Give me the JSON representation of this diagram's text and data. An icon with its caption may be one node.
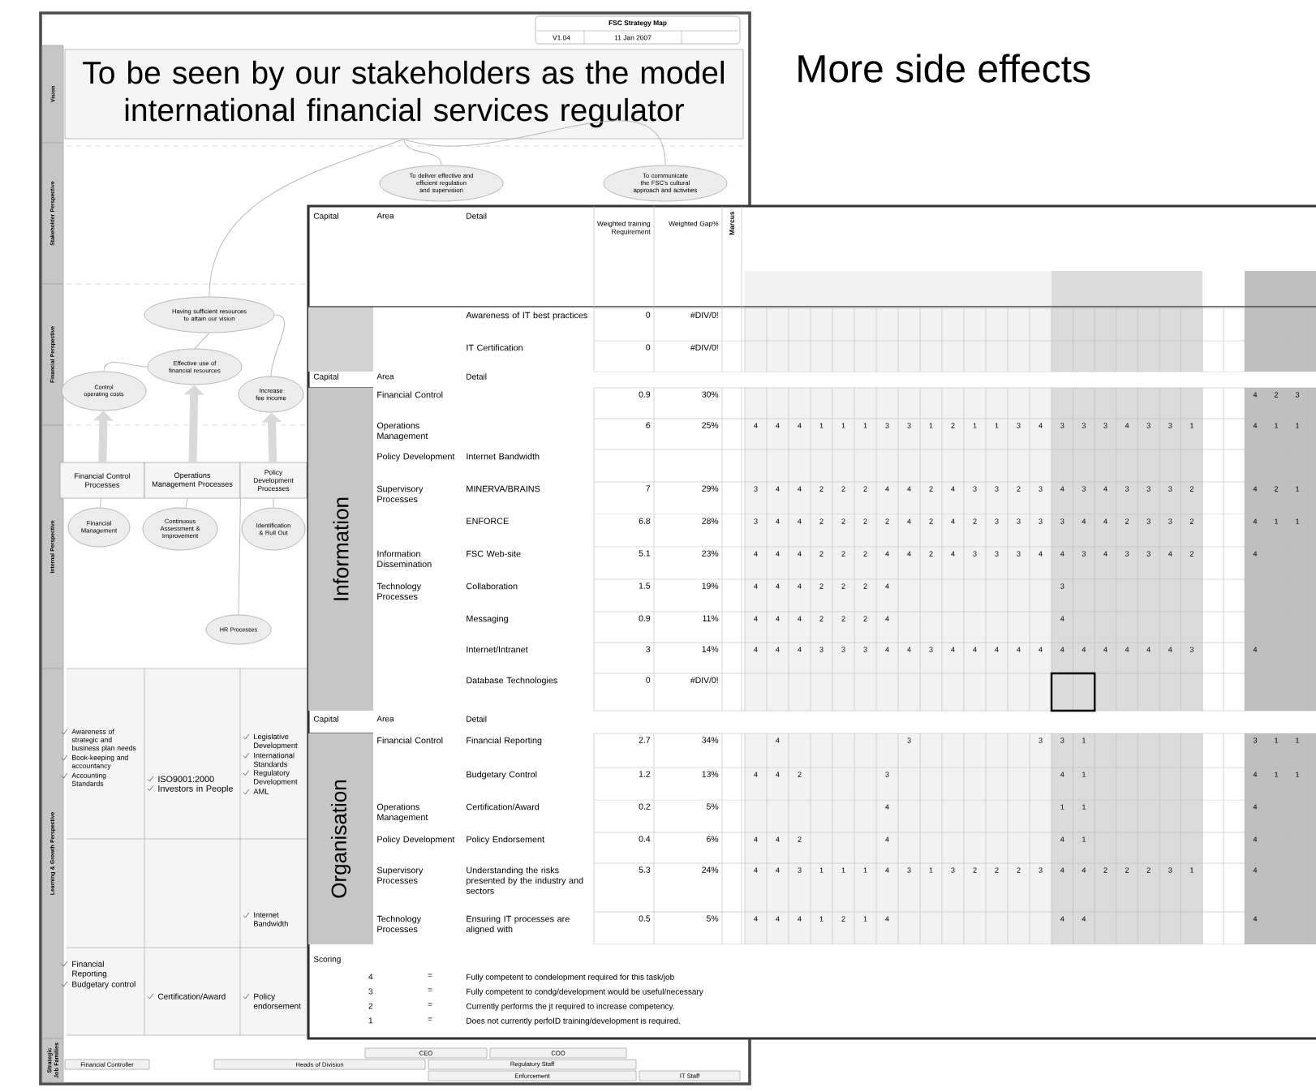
{
  "diagram": {
    "title": "More side effects",
    "nodes": [
      {
        "text": [
          "FSC Strategy Map",
          "V1.04",
          "11 Jan 2007"
        ]
      },
      {
        "text": [
          "Vision"
        ]
      },
      {
        "text": [
          "Stakeholder Perspective"
        ]
      },
      {
        "text": [
          "Financial Perspective"
        ]
      },
      {
        "text": [
          "Internal Perspective"
        ]
      },
      {
        "text": [
          "Learning & Growth Perspective"
        ]
      },
      {
        "text": [
          "Strategic Job Families"
        ]
      },
      {
        "text": [
          "To be seen by our stakeholders as the model international financial services regulator"
        ]
      },
      {
        "text": [
          "To deliver effective and efficient regulation and supervision"
        ]
      },
      {
        "text": [
          "To communicate the FSC's cultural approach and activities"
        ]
      },
      {
        "text": [
          "Having sufficient resources to attain our vision"
        ]
      },
      {
        "text": [
          "Effective use of financial resources"
        ]
      },
      {
        "text": [
          "Control operating costs"
        ]
      },
      {
        "text": [
          "Increase fee income"
        ]
      },
      {
        "text": [
          "Financial Control Processes"
        ]
      },
      {
        "text": [
          "Operations Management Processes"
        ]
      },
      {
        "text": [
          "Policy Development Processes"
        ]
      },
      {
        "text": [
          "Financial Management"
        ]
      },
      {
        "text": [
          "Continuous Assessment & Improvement"
        ]
      },
      {
        "text": [
          "Identification & Roll Out"
        ]
      },
      {
        "text": [
          "HR Processes"
        ]
      },
      {
        "text": [
          "CEO"
        ]
      },
      {
        "text": [
          "COO"
        ]
      },
      {
        "text": [
          "Financial Controller"
        ]
      },
      {
        "text": [
          "Heads of Division"
        ]
      },
      {
        "text": [
          "Regulatory Staff"
        ]
      },
      {
        "text": [
          "Enforcement"
        ]
      },
      {
        "text": [
          "IT Staff"
        ]
      }
    ],
    "edges": [
      {
        "from": 7,
        "to": 8,
        "arrow": "none"
      },
      {
        "from": 7,
        "to": 9,
        "arrow": "none"
      },
      {
        "from": 7,
        "to": 10,
        "arrow": "none"
      },
      {
        "from": 10,
        "to": 11,
        "arrow": "none"
      },
      {
        "from": 11,
        "to": 12,
        "arrow": "none"
      },
      {
        "from": 10,
        "to": 13,
        "arrow": "none"
      },
      {
        "from": 14,
        "to": 12,
        "arrow": "to",
        "style": "thick"
      },
      {
        "from": 15,
        "to": 11,
        "arrow": "to",
        "style": "thick"
      },
      {
        "from": 16,
        "to": 13,
        "arrow": "to",
        "style": "thick"
      },
      {
        "from": 14,
        "to": 17,
        "arrow": "none"
      },
      {
        "from": 15,
        "to": 18,
        "arrow": "none"
      },
      {
        "from": 15,
        "to": 20,
        "arrow": "none"
      },
      {
        "from": 16,
        "to": 19,
        "arrow": "none"
      }
    ],
    "labels": [
      "Awareness of strategic and business plan needs",
      "Book-keeping and accountancy",
      "Accounting Standards",
      "ISO9001:2000",
      "Investors in People",
      "Legislative Development",
      "International Standards",
      "Regulatory Development",
      "AML",
      "Internet Bandwidth",
      "Financial Reporting",
      "Budgetary control",
      "Certification/Award",
      "Policy endorsement",
      "Capital",
      "Area",
      "Detail",
      "Weighted training Requirement",
      "Weighted Gap%",
      "Marcus",
      "Awareness of IT best practices",
      "0",
      "#DIV/0!",
      "IT Certification",
      "0",
      "#DIV/0!",
      "Capital",
      "Area",
      "Detail",
      "Information",
      "Financial Control",
      "0.9",
      "30%",
      "4",
      "2",
      "3",
      "Operations Management",
      "6",
      "25%",
      "4",
      "4",
      "4",
      "1",
      "1",
      "1",
      "3",
      "3",
      "1",
      "2",
      "1",
      "1",
      "3",
      "4",
      "3",
      "3",
      "3",
      "4",
      "3",
      "3",
      "1",
      "4",
      "1",
      "1",
      "Policy Development",
      "Internet Bandwidth",
      "Supervisory Processes",
      "MINERVA/BRAINS",
      "7",
      "29%",
      "3",
      "4",
      "4",
      "2",
      "2",
      "2",
      "4",
      "4",
      "2",
      "4",
      "3",
      "3",
      "2",
      "3",
      "4",
      "3",
      "4",
      "3",
      "3",
      "3",
      "2",
      "4",
      "2",
      "1",
      "ENFORCE",
      "6.8",
      "28%",
      "3",
      "4",
      "4",
      "2",
      "2",
      "2",
      "2",
      "4",
      "2",
      "4",
      "2",
      "3",
      "3",
      "3",
      "3",
      "4",
      "4",
      "2",
      "3",
      "3",
      "2",
      "4",
      "1",
      "1",
      "Information Dissemination",
      "FSC Web-site",
      "5.1",
      "23%",
      "4",
      "4",
      "4",
      "2",
      "2",
      "2",
      "4",
      "4",
      "2",
      "4",
      "3",
      "3",
      "3",
      "4",
      "4",
      "3",
      "4",
      "3",
      "3",
      "4",
      "2",
      "4",
      "Technology Processes",
      "Collaboration",
      "1.5",
      "19%",
      "4",
      "4",
      "4",
      "2",
      "2",
      "2",
      "4",
      "3",
      "Messaging",
      "0.9",
      "11%",
      "4",
      "4",
      "4",
      "2",
      "2",
      "2",
      "4",
      "4",
      "Internet/Intranet",
      "3",
      "14%",
      "4",
      "4",
      "4",
      "3",
      "3",
      "3",
      "4",
      "4",
      "3",
      "4",
      "4",
      "4",
      "4",
      "4",
      "4",
      "4",
      "4",
      "4",
      "4",
      "4",
      "3",
      "4",
      "Database Technologies",
      "0",
      "#DIV/0!",
      "Capital",
      "Area",
      "Detail",
      "Organisation",
      "Financial Control",
      "Financial Reporting",
      "2.7",
      "34%",
      "4",
      "3",
      "3",
      "3",
      "1",
      "3",
      "1",
      "1",
      "Budgetary Control",
      "1.2",
      "13%",
      "4",
      "4",
      "2",
      "3",
      "4",
      "1",
      "4",
      "1",
      "1",
      "Operations Management",
      "Certification/Award",
      "0.2",
      "5%",
      "4",
      "1",
      "1",
      "4",
      "Policy Development",
      "Policy Endorsement",
      "0.4",
      "6%",
      "4",
      "4",
      "2",
      "4",
      "4",
      "1",
      "4",
      "Supervisory Processes",
      "Understanding the risks presented by the industry and sectors",
      "5.3",
      "24%",
      "4",
      "4",
      "3",
      "1",
      "1",
      "1",
      "4",
      "3",
      "1",
      "3",
      "2",
      "2",
      "2",
      "3",
      "4",
      "4",
      "2",
      "2",
      "2",
      "3",
      "1",
      "4",
      "Technology Processes",
      "Ensuring IT processes are aligned with",
      "0.5",
      "5%",
      "4",
      "4",
      "4",
      "1",
      "2",
      "1",
      "4",
      "4",
      "4",
      "4",
      "Scoring",
      "4",
      "=",
      "Fully competent to condelopment required for this task/job",
      "3",
      "=",
      "Fully competent to condg/development would be useful/necessary",
      "2",
      "=",
      "Currently performs the jt required to increase competency.",
      "1",
      "=",
      "Does not currently perfoID training/development is required."
    ]
  }
}
